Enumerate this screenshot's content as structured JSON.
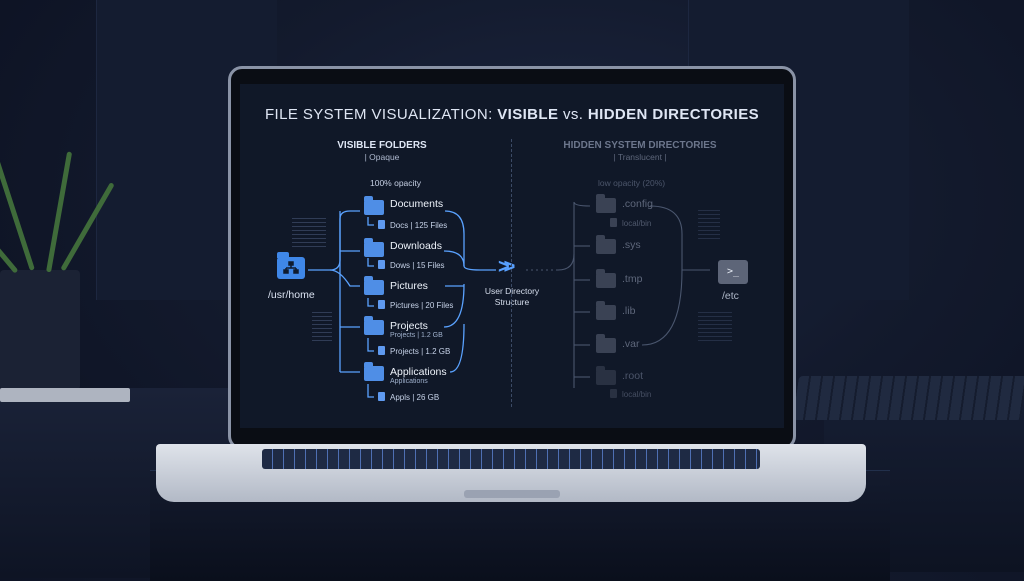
{
  "screen": {
    "title_prefix": "FILE SYSTEM VISUALIZATION: ",
    "title_visible": "VISIBLE",
    "title_vs": " vs. ",
    "title_hidden": "HIDDEN DIRECTORIES",
    "left": {
      "heading": "VISIBLE FOLDERS",
      "subheading": "| Opaque",
      "opacity_note": "100% opacity",
      "root_label": "/usr/home",
      "folders": [
        {
          "name": "Documents",
          "detail": "Docs | 125 Files"
        },
        {
          "name": "Downloads",
          "detail": "Dows | 15 Files"
        },
        {
          "name": "Pictures",
          "detail": "Pictures | 20 Files"
        },
        {
          "name": "Projects",
          "caption": "Projects | 1.2 GB",
          "detail": "Projects | 1.2 GB"
        },
        {
          "name": "Applications",
          "caption": "Applications",
          "detail": "Appls | 26 GB"
        }
      ]
    },
    "center": {
      "label_line1": "User Directory",
      "label_line2": "Structure"
    },
    "right": {
      "heading": "HIDDEN SYSTEM DIRECTORIES",
      "subheading": "| Translucent |",
      "opacity_note": "low opacity (20%)",
      "folders": [
        {
          "name": ".config",
          "detail": "local/bin"
        },
        {
          "name": ".sys"
        },
        {
          "name": ".tmp"
        },
        {
          "name": ".lib"
        },
        {
          "name": ".var"
        },
        {
          "name": ".root",
          "detail": "local/bin"
        }
      ],
      "target_label": "/etc",
      "terminal_glyph": ">_"
    }
  },
  "colors": {
    "accent": "#4f8ee6",
    "screen_bg": "#101828",
    "hidden_text": "#5e677b"
  }
}
